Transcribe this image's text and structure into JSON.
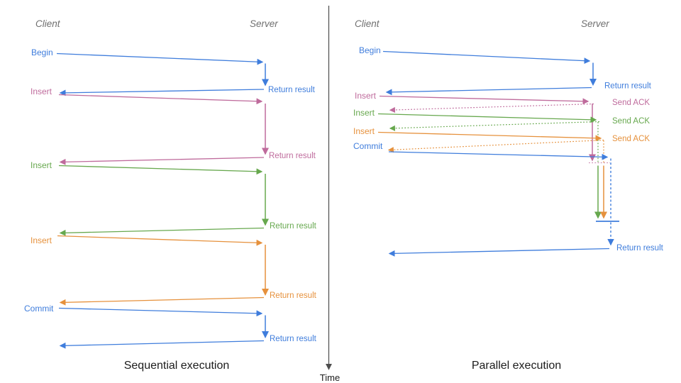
{
  "colors": {
    "blue": "#3f7ddc",
    "pink": "#bf6b9c",
    "green": "#67a84e",
    "orange": "#e6913c",
    "header-gray": "#6f6f6f",
    "axis-gray": "#4d4d4d",
    "caption-black": "#1c1c1c"
  },
  "time_axis": {
    "label": "Time"
  },
  "sequential": {
    "caption": "Sequential execution",
    "client_header": "Client",
    "server_header": "Server",
    "messages": [
      {
        "request": "Begin",
        "color": "blue",
        "response": "Return result"
      },
      {
        "request": "Insert",
        "color": "pink",
        "response": "Return result"
      },
      {
        "request": "Insert",
        "color": "green",
        "response": "Return result"
      },
      {
        "request": "Insert",
        "color": "orange",
        "response": "Return result"
      },
      {
        "request": "Commit",
        "color": "blue",
        "response": "Return result"
      }
    ]
  },
  "parallel": {
    "caption": "Parallel execution",
    "client_header": "Client",
    "server_header": "Server",
    "messages": [
      {
        "request": "Begin",
        "color": "blue",
        "response": "Return result"
      },
      {
        "request": "Insert",
        "color": "pink",
        "response": "Send ACK"
      },
      {
        "request": "Insert",
        "color": "green",
        "response": "Send ACK"
      },
      {
        "request": "Insert",
        "color": "orange",
        "response": "Send ACK"
      },
      {
        "request": "Commit",
        "color": "blue",
        "response": "Return result"
      }
    ]
  }
}
